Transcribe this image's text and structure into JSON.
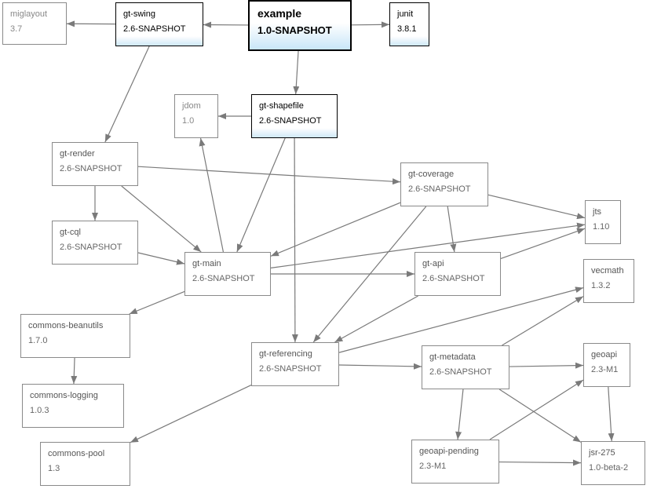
{
  "nodes": [
    {
      "id": "example",
      "name": "example",
      "version": "1.0-SNAPSHOT",
      "style": "root"
    },
    {
      "id": "gt-swing",
      "name": "gt-swing",
      "version": "2.6-SNAPSHOT",
      "style": "bold"
    },
    {
      "id": "miglayout",
      "name": "miglayout",
      "version": "3.7",
      "style": "gray"
    },
    {
      "id": "junit",
      "name": "junit",
      "version": "3.8.1",
      "style": "bold"
    },
    {
      "id": "gt-shapefile",
      "name": "gt-shapefile",
      "version": "2.6-SNAPSHOT",
      "style": "bold"
    },
    {
      "id": "jdom",
      "name": "jdom",
      "version": "1.0",
      "style": "gray"
    },
    {
      "id": "gt-render",
      "name": "gt-render",
      "version": "2.6-SNAPSHOT",
      "style": "normal"
    },
    {
      "id": "gt-coverage",
      "name": "gt-coverage",
      "version": "2.6-SNAPSHOT",
      "style": "normal"
    },
    {
      "id": "jts",
      "name": "jts",
      "version": "1.10",
      "style": "normal"
    },
    {
      "id": "gt-cql",
      "name": "gt-cql",
      "version": "2.6-SNAPSHOT",
      "style": "normal"
    },
    {
      "id": "gt-main",
      "name": "gt-main",
      "version": "2.6-SNAPSHOT",
      "style": "normal"
    },
    {
      "id": "gt-api",
      "name": "gt-api",
      "version": "2.6-SNAPSHOT",
      "style": "normal"
    },
    {
      "id": "vecmath",
      "name": "vecmath",
      "version": "1.3.2",
      "style": "normal"
    },
    {
      "id": "commons-beanutils",
      "name": "commons-beanutils",
      "version": "1.7.0",
      "style": "normal"
    },
    {
      "id": "gt-referencing",
      "name": "gt-referencing",
      "version": "2.6-SNAPSHOT",
      "style": "normal"
    },
    {
      "id": "gt-metadata",
      "name": "gt-metadata",
      "version": "2.6-SNAPSHOT",
      "style": "normal"
    },
    {
      "id": "geoapi",
      "name": "geoapi",
      "version": "2.3-M1",
      "style": "normal"
    },
    {
      "id": "commons-logging",
      "name": "commons-logging",
      "version": "1.0.3",
      "style": "normal"
    },
    {
      "id": "commons-pool",
      "name": "commons-pool",
      "version": "1.3",
      "style": "normal"
    },
    {
      "id": "geoapi-pending",
      "name": "geoapi-pending",
      "version": "2.3-M1",
      "style": "normal"
    },
    {
      "id": "jsr-275",
      "name": "jsr-275",
      "version": "1.0-beta-2",
      "style": "normal"
    }
  ],
  "edges": [
    [
      "example",
      "gt-swing"
    ],
    [
      "example",
      "junit"
    ],
    [
      "example",
      "gt-shapefile"
    ],
    [
      "gt-swing",
      "miglayout"
    ],
    [
      "gt-swing",
      "gt-render"
    ],
    [
      "gt-shapefile",
      "jdom"
    ],
    [
      "gt-shapefile",
      "gt-main"
    ],
    [
      "gt-shapefile",
      "gt-referencing"
    ],
    [
      "gt-render",
      "gt-coverage"
    ],
    [
      "gt-render",
      "gt-cql"
    ],
    [
      "gt-render",
      "gt-main"
    ],
    [
      "gt-cql",
      "gt-main"
    ],
    [
      "gt-main",
      "jdom"
    ],
    [
      "gt-main",
      "commons-beanutils"
    ],
    [
      "gt-main",
      "gt-api"
    ],
    [
      "gt-main",
      "jts"
    ],
    [
      "gt-coverage",
      "gt-main"
    ],
    [
      "gt-coverage",
      "jts"
    ],
    [
      "gt-coverage",
      "gt-api"
    ],
    [
      "gt-coverage",
      "gt-referencing"
    ],
    [
      "gt-api",
      "jts"
    ],
    [
      "gt-api",
      "gt-referencing"
    ],
    [
      "commons-beanutils",
      "commons-logging"
    ],
    [
      "gt-referencing",
      "commons-pool"
    ],
    [
      "gt-referencing",
      "vecmath"
    ],
    [
      "gt-referencing",
      "gt-metadata"
    ],
    [
      "gt-metadata",
      "vecmath"
    ],
    [
      "gt-metadata",
      "geoapi"
    ],
    [
      "gt-metadata",
      "geoapi-pending"
    ],
    [
      "gt-metadata",
      "jsr-275"
    ],
    [
      "geoapi",
      "jsr-275"
    ],
    [
      "geoapi-pending",
      "geoapi"
    ],
    [
      "geoapi-pending",
      "jsr-275"
    ]
  ],
  "colors": {
    "edge": "#7a7a7a",
    "root_gradient": "#c8e6f8",
    "bold_gradient": "#cfe8f7"
  }
}
